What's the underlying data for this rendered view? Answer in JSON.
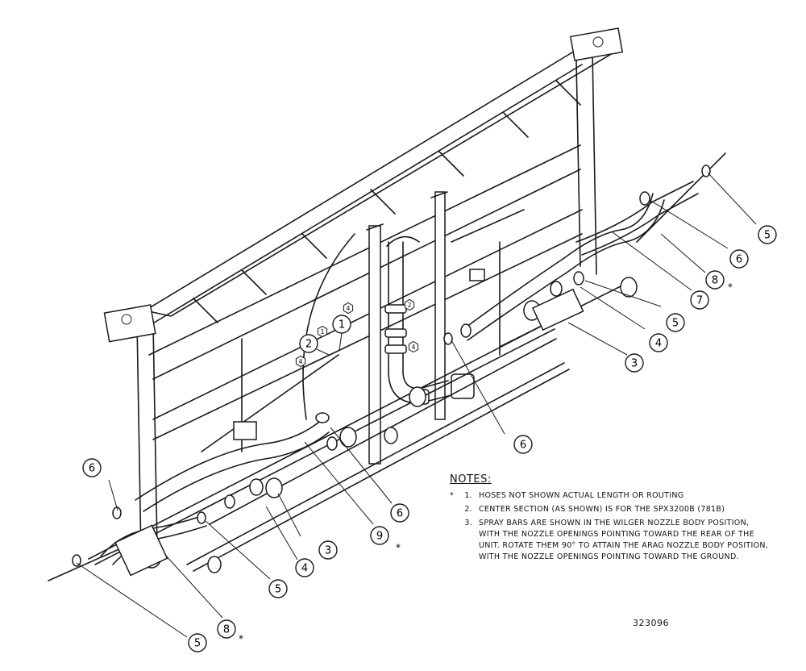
{
  "callouts": [
    {
      "label": "1"
    },
    {
      "label": "2"
    },
    {
      "label": "3"
    },
    {
      "label": "3"
    },
    {
      "label": "4"
    },
    {
      "label": "4"
    },
    {
      "label": "5"
    },
    {
      "label": "5"
    },
    {
      "label": "5"
    },
    {
      "label": "5"
    },
    {
      "label": "6"
    },
    {
      "label": "6"
    },
    {
      "label": "6"
    },
    {
      "label": "6"
    },
    {
      "label": "7"
    },
    {
      "label": "8"
    },
    {
      "label": "8"
    },
    {
      "label": "9"
    }
  ],
  "small_tags": [
    "1",
    "4",
    "4",
    "2",
    "4"
  ],
  "notes": {
    "title": "NOTES:",
    "items": [
      {
        "mark": "*",
        "num": "1.",
        "text": "HOSES NOT SHOWN ACTUAL LENGTH OR ROUTING"
      },
      {
        "mark": "",
        "num": "2.",
        "text": "CENTER SECTION (AS SHOWN) IS FOR THE SPX3200B (781B)"
      },
      {
        "mark": "",
        "num": "3.",
        "text": "SPRAY BARS ARE SHOWN IN THE WILGER NOZZLE BODY POSITION, WITH THE NOZZLE OPENINGS POINTING TOWARD THE REAR OF THE UNIT.  ROTATE THEM 90° TO ATTAIN THE ARAG NOZZLE BODY POSITION, WITH THE NOZZLE OPENINGS POINTING TOWARD THE GROUND."
      }
    ]
  },
  "asterisk": "*",
  "doc_number": "323096"
}
